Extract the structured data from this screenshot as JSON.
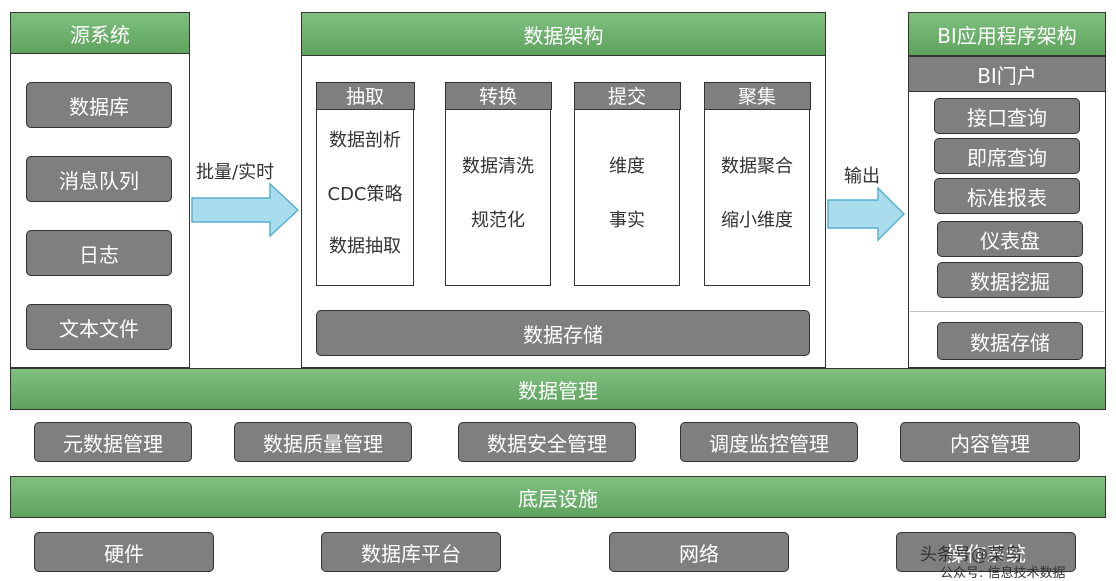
{
  "source": {
    "title": "源系统",
    "items": [
      "数据库",
      "消息队列",
      "日志",
      "文本文件"
    ]
  },
  "arrow1_label": "批量/实时",
  "arch": {
    "title": "数据架构",
    "columns": [
      {
        "title": "抽取",
        "items": [
          "数据剖析",
          "CDC策略",
          "数据抽取"
        ]
      },
      {
        "title": "转换",
        "items": [
          "数据清洗",
          "规范化"
        ]
      },
      {
        "title": "提交",
        "items": [
          "维度",
          "事实"
        ]
      },
      {
        "title": "聚集",
        "items": [
          "数据聚合",
          "缩小维度"
        ]
      }
    ],
    "storage": "数据存储"
  },
  "arrow2_label": "输出",
  "bi": {
    "title": "BI应用程序架构",
    "portal": "BI门户",
    "items": [
      "接口查询",
      "即席查询",
      "标准报表",
      "仪表盘",
      "数据挖掘"
    ],
    "storage": "数据存储"
  },
  "management": {
    "title": "数据管理",
    "items": [
      "元数据管理",
      "数据质量管理",
      "数据安全管理",
      "调度监控管理",
      "内容管理"
    ]
  },
  "infra": {
    "title": "底层设施",
    "items": [
      "硬件",
      "数据库平台",
      "网络",
      "操作系统"
    ]
  },
  "watermark": {
    "line1": "头条号@菜鸟",
    "line2": "公众号: 信息技术数据"
  },
  "colors": {
    "green": "#6cb06c",
    "gray": "#7f7f7f",
    "arrow": "#a9dcec"
  }
}
